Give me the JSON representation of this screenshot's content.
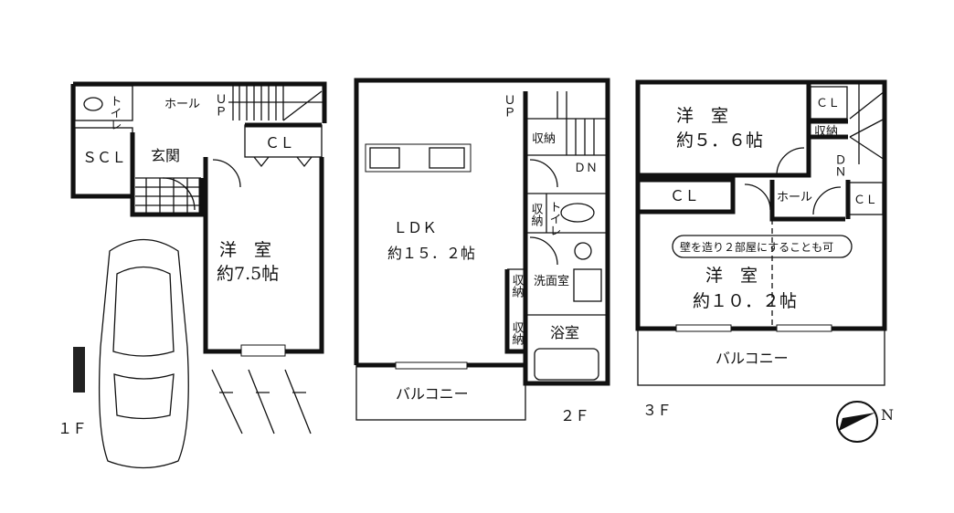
{
  "floors": {
    "f1": {
      "label": "１Ｆ",
      "rooms": {
        "toilet": "トイレ",
        "hall": "ホール",
        "up": "ＵＰ",
        "scl": "ＳＣＬ",
        "entrance": "玄関",
        "cl": "ＣＬ",
        "western_name": "洋　室",
        "western_size": "約7.5帖"
      }
    },
    "f2": {
      "label": "２Ｆ",
      "rooms": {
        "ldk_name": "ＬＤＫ",
        "ldk_size": "約１５．２帖",
        "up": "ＵＰ",
        "dn": "ＤＮ",
        "storage": "収納",
        "toilet": "トイレ",
        "washroom": "洗面室",
        "bathroom": "浴室",
        "balcony": "バルコニー"
      }
    },
    "f3": {
      "label": "３Ｆ",
      "rooms": {
        "western1_name": "洋　室",
        "western1_size": "約５．６帖",
        "cl": "ＣＬ",
        "storage": "収納",
        "dn": "ＤＮ",
        "hall": "ホール",
        "note": "壁を造り２部屋にすることも可",
        "western2_name": "洋　室",
        "western2_size": "約１０．２帖",
        "balcony": "バルコニー"
      }
    }
  },
  "compass": {
    "label": "N",
    "icon": "north-arrow-icon"
  }
}
